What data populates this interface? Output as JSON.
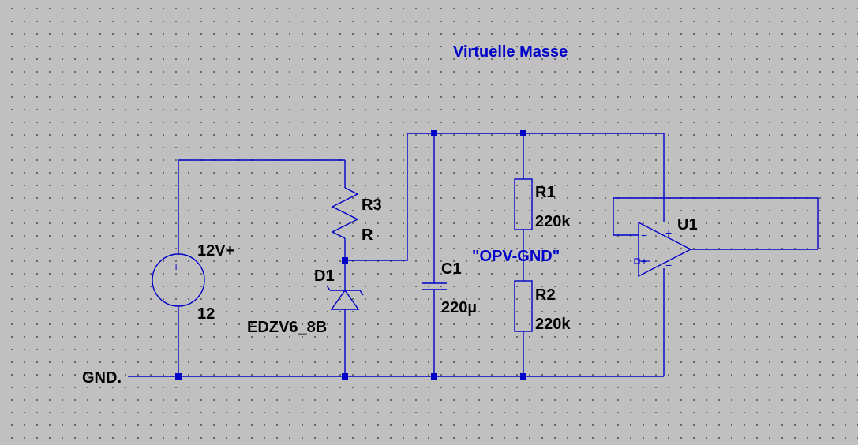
{
  "title": "Virtuelle Masse",
  "net_label": "\"OPV-GND\"",
  "gnd_label": "GND.",
  "components": {
    "v1": {
      "ref": "12V+",
      "value": "12"
    },
    "r3": {
      "ref": "R3",
      "value": "R"
    },
    "d1": {
      "ref": "D1",
      "value": "EDZV6_8B"
    },
    "c1": {
      "ref": "C1",
      "value": "220µ"
    },
    "r1": {
      "ref": "R1",
      "value": "220k"
    },
    "r2": {
      "ref": "R2",
      "value": "220k"
    },
    "u1": {
      "ref": "U1"
    }
  },
  "source_signs": {
    "plus": "+",
    "minus": "−"
  },
  "opamp_pins": {
    "inv": "−",
    "noninv": "+",
    "vplus": "+",
    "vminus": "−"
  },
  "colors": {
    "wire": "#0000c8",
    "background": "#c0c0c0",
    "grid_dot": "#5a5a5a",
    "label": "#000000",
    "net_label": "#0000c8"
  }
}
